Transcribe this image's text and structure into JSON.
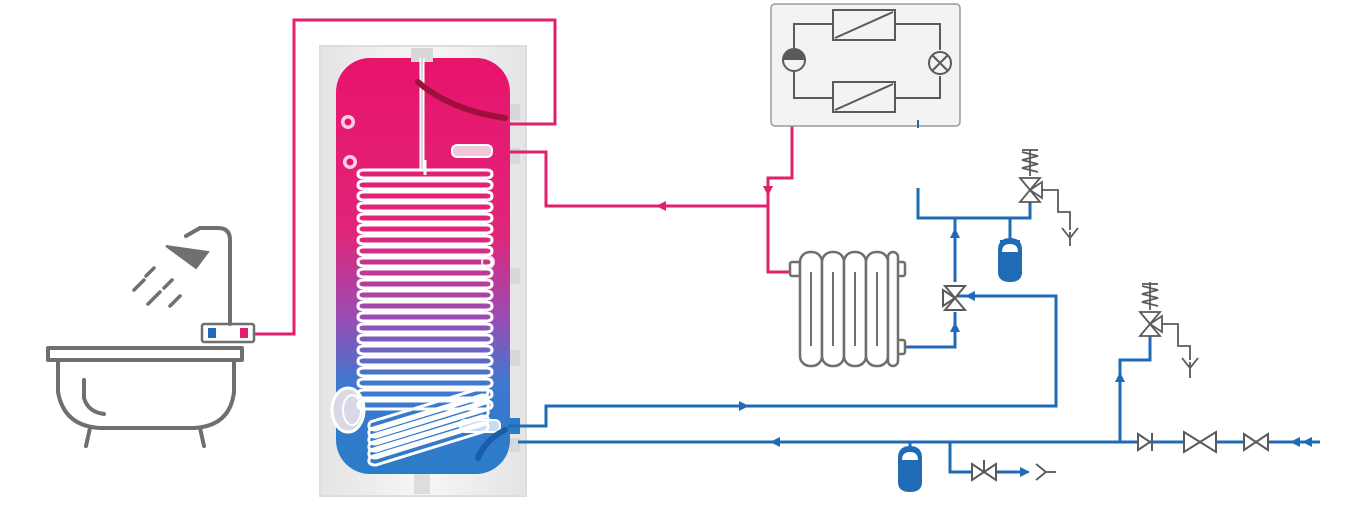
{
  "diagram": {
    "kind": "water-heating-system-schematic",
    "labels": [],
    "colors": {
      "hot_pipe": "#e0226e",
      "cold_pipe": "#1f6bb5",
      "tank_hot": "#e8136b",
      "tank_cold": "#2a7cc9",
      "tank_casing": "#eeeeee",
      "outline_gray": "#6f6f6f",
      "fixture_gray": "#707070",
      "heat_pump_box_bg": "#f3f3f3"
    },
    "components": [
      {
        "id": "bathtub",
        "icon": "bathtub-icon"
      },
      {
        "id": "shower",
        "icon": "shower-head-icon"
      },
      {
        "id": "mixer",
        "icon": "mixer-tap-icon"
      },
      {
        "id": "storage-tank",
        "icon": "boiler-tank-icon"
      },
      {
        "id": "heat-pump",
        "icon": "heat-pump-icon"
      },
      {
        "id": "radiator",
        "icon": "radiator-icon"
      },
      {
        "id": "expansion-vessel-heating",
        "icon": "expansion-vessel-icon"
      },
      {
        "id": "expansion-vessel-cold",
        "icon": "expansion-vessel-icon"
      },
      {
        "id": "safety-valve-heating",
        "icon": "safety-valve-icon"
      },
      {
        "id": "safety-valve-cold",
        "icon": "safety-valve-icon"
      },
      {
        "id": "three-way-valve",
        "icon": "three-way-valve-icon"
      },
      {
        "id": "check-valve",
        "icon": "check-valve-icon"
      },
      {
        "id": "shutoff-valves",
        "icon": "gate-valve-icon"
      },
      {
        "id": "drain",
        "icon": "drain-funnel-icon"
      }
    ]
  }
}
